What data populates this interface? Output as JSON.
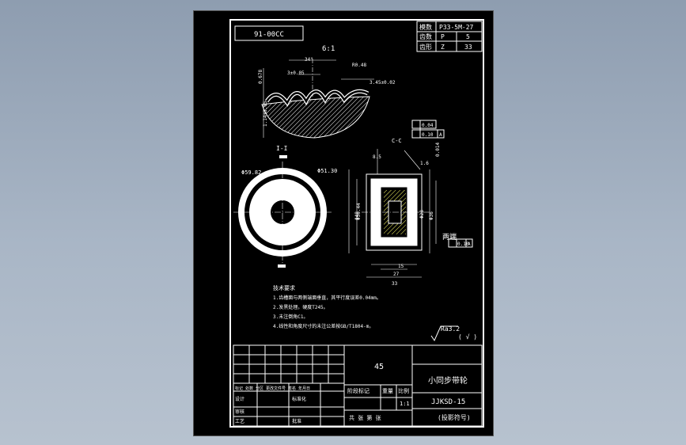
{
  "drawing": {
    "code_box": "91-00CC",
    "params": [
      {
        "label": "模数",
        "sym": "P33-5M-27"
      },
      {
        "label": "齿数",
        "sym": "P",
        "val": "5"
      },
      {
        "label": "齿形",
        "sym": "Z",
        "val": "33"
      }
    ],
    "dims": {
      "top_scale": "6:1",
      "tooth_angle": "34°",
      "tooth_r1": "R0.48",
      "tooth_w": "3.45±0.02",
      "tooth_d1": "3±0.05",
      "tooth_h": "0.678",
      "tooth_d2": "1.14±0.05",
      "section_label": "C-C",
      "section_a": "I-I",
      "od_front": "Φ59.82",
      "od_tooth": "Φ51.30",
      "dia_1": "Φ56.44",
      "dia_2": "Φ48",
      "dia_3": "Φ28",
      "dia_4": "Φ28",
      "dia_5": "Φ36",
      "len_1": "8.5",
      "len_2": "15",
      "len_3": "27",
      "len_4": "33",
      "small_1": "1.6",
      "small_2": "0.014",
      "tol_1": "0.04",
      "tol_2": "0.10",
      "tol_3": "0.10",
      "datum": "A",
      "roughness": "Ra3.2",
      "roughness_check": "( √ )",
      "side_note": "两端"
    },
    "notes": {
      "title": "技术要求",
      "lines": [
        "1.齿槽面与两侧端面垂直，其平行度误差0.04mm。",
        "2.发黑处理。硬度T245。",
        "3.未注倒角C1。",
        "4.线性和角度尺寸的未注公差按GB/T1804-m。"
      ]
    },
    "title_block": {
      "material": "45",
      "part_name": "小同步带轮",
      "drawing_no": "JJKSD-15",
      "stage_label": "阶段标记",
      "weight_label": "重量",
      "scale_label": "比例",
      "scale_value": "1:1",
      "count_label": "共  张  第  张",
      "company": "(投影符号)",
      "rev_header": "标记 处数 分区 更改文件号 签名 年月日",
      "design_label": "设计",
      "std_label": "标准化",
      "check_label": "审核",
      "craft_label": "工艺",
      "approve_label": "批准"
    }
  }
}
